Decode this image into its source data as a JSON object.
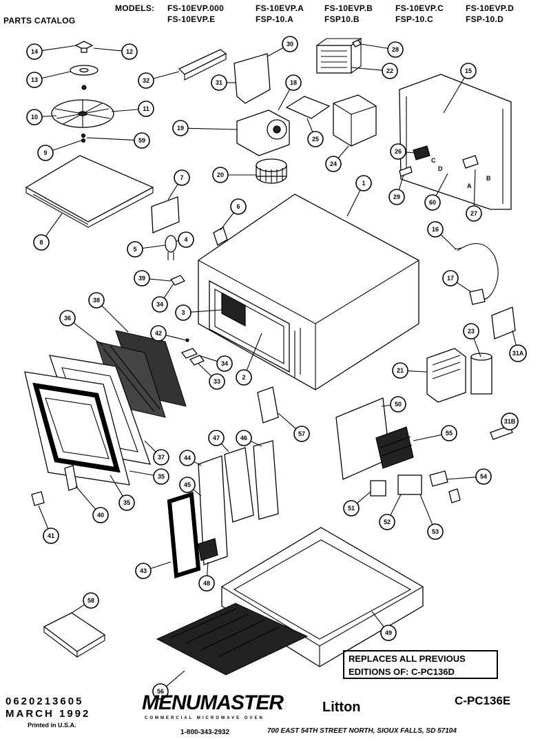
{
  "header": {
    "models_label": "MODELS:",
    "parts_catalog": "PARTS CATALOG",
    "models_row1": [
      "FS-10EVP.000",
      "FS-10EVP.A",
      "FS-10EVP.B",
      "FS-10EVP.C",
      "FS-10EVP.D"
    ],
    "models_row2": [
      "FS-10EVP.E",
      "FSP-10.A",
      "FSP10.B",
      "FSP-10.C",
      "FSP-10.D"
    ]
  },
  "callouts": [
    {
      "id": "14",
      "label": "14"
    },
    {
      "id": "12",
      "label": "12"
    },
    {
      "id": "13",
      "label": "13"
    },
    {
      "id": "10",
      "label": "10"
    },
    {
      "id": "11",
      "label": "11"
    },
    {
      "id": "9",
      "label": "9"
    },
    {
      "id": "59",
      "label": "59"
    },
    {
      "id": "32",
      "label": "32"
    },
    {
      "id": "30",
      "label": "30"
    },
    {
      "id": "31",
      "label": "31"
    },
    {
      "id": "18",
      "label": "18"
    },
    {
      "id": "19",
      "label": "19"
    },
    {
      "id": "25",
      "label": "25"
    },
    {
      "id": "28",
      "label": "28"
    },
    {
      "id": "22",
      "label": "22"
    },
    {
      "id": "15",
      "label": "15"
    },
    {
      "id": "24",
      "label": "24"
    },
    {
      "id": "26",
      "label": "26"
    },
    {
      "id": "20",
      "label": "20"
    },
    {
      "id": "7",
      "label": "7"
    },
    {
      "id": "1",
      "label": "1"
    },
    {
      "id": "29",
      "label": "29"
    },
    {
      "id": "60",
      "label": "60"
    },
    {
      "id": "27",
      "label": "27"
    },
    {
      "id": "8",
      "label": "8"
    },
    {
      "id": "6",
      "label": "6"
    },
    {
      "id": "5",
      "label": "5"
    },
    {
      "id": "4",
      "label": "4"
    },
    {
      "id": "16",
      "label": "16"
    },
    {
      "id": "39",
      "label": "39"
    },
    {
      "id": "34a",
      "label": "34"
    },
    {
      "id": "17",
      "label": "17"
    },
    {
      "id": "38",
      "label": "38"
    },
    {
      "id": "3",
      "label": "3"
    },
    {
      "id": "36",
      "label": "36"
    },
    {
      "id": "42",
      "label": "42"
    },
    {
      "id": "34b",
      "label": "34"
    },
    {
      "id": "33",
      "label": "33"
    },
    {
      "id": "2",
      "label": "2"
    },
    {
      "id": "23",
      "label": "23"
    },
    {
      "id": "21",
      "label": "21"
    },
    {
      "id": "31A",
      "label": "31A"
    },
    {
      "id": "50",
      "label": "50"
    },
    {
      "id": "31B",
      "label": "31B"
    },
    {
      "id": "57a",
      "label": "57"
    },
    {
      "id": "37",
      "label": "37"
    },
    {
      "id": "55",
      "label": "55"
    },
    {
      "id": "47",
      "label": "47"
    },
    {
      "id": "46",
      "label": "46"
    },
    {
      "id": "44",
      "label": "44"
    },
    {
      "id": "35a",
      "label": "35"
    },
    {
      "id": "35b",
      "label": "35"
    },
    {
      "id": "45",
      "label": "45"
    },
    {
      "id": "40",
      "label": "40"
    },
    {
      "id": "54",
      "label": "54"
    },
    {
      "id": "51",
      "label": "51"
    },
    {
      "id": "52",
      "label": "52"
    },
    {
      "id": "53",
      "label": "53"
    },
    {
      "id": "41",
      "label": "41"
    },
    {
      "id": "43",
      "label": "43"
    },
    {
      "id": "48",
      "label": "48"
    },
    {
      "id": "58",
      "label": "58"
    },
    {
      "id": "49",
      "label": "49"
    },
    {
      "id": "56",
      "label": "56"
    }
  ],
  "panel_letters": [
    "A",
    "B",
    "C",
    "D"
  ],
  "replaces_box": {
    "line1": "REPLACES ALL PREVIOUS",
    "line2": "EDITIONS OF:  C-PC136D"
  },
  "footer": {
    "catalog_number": "0620213605",
    "date": "MARCH 1992",
    "printed": "Printed in U.S.A.",
    "brand": "MENUMASTER",
    "brand_sub": "COMMERCIAL MICROWAVE OVEN",
    "partner": "Litton",
    "doc_code": "C-PC136E",
    "phone": "1-800-343-2932",
    "address": "700 EAST 54TH STREET NORTH, SIOUX FALLS, SD  57104"
  }
}
